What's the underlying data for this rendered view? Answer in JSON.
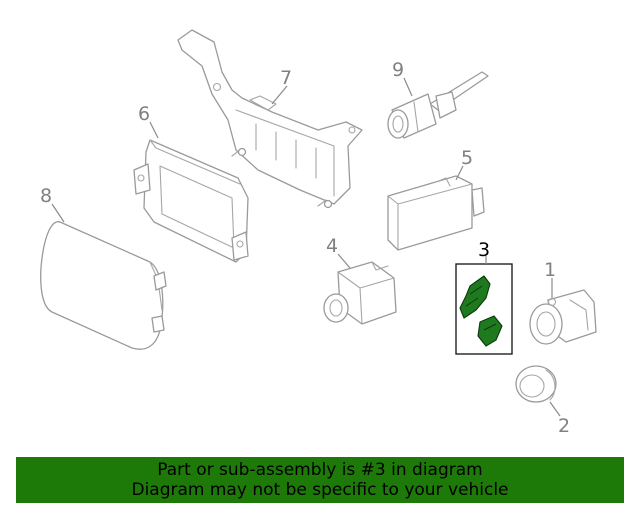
{
  "diagram": {
    "callouts": {
      "c1": "1",
      "c2": "2",
      "c3": "3",
      "c4": "4",
      "c5": "5",
      "c6": "6",
      "c7": "7",
      "c8": "8",
      "c9": "9"
    },
    "highlight_color": "#1f7a1f"
  },
  "banner": {
    "line1": "Part or sub-assembly is #3 in diagram",
    "line2": "Diagram may not be specific to your vehicle",
    "background": "#1e7a08"
  }
}
